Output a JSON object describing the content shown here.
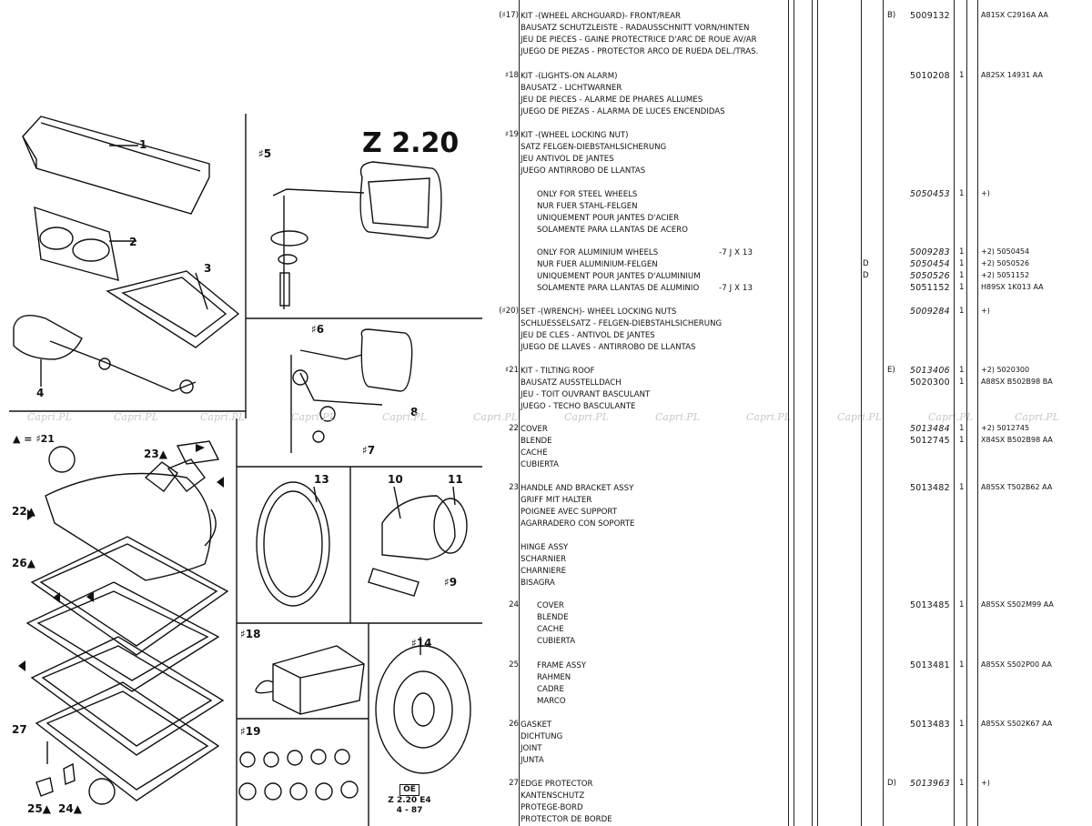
{
  "page": {
    "code": "Z 2.20",
    "watermark": "Capri.PL",
    "stamp": {
      "badge": "OE",
      "code": "Z 2.20 E4",
      "date": "4 - 87"
    },
    "legend_left": "▲ = ♯21"
  },
  "diagram_labels": {
    "p1": "1",
    "p2": "2",
    "p3": "3",
    "p4": "4",
    "p5": "♯5",
    "p6": "♯6",
    "p7": "♯7",
    "p8": "8",
    "p9": "♯9",
    "p10": "10",
    "p11": "11",
    "p13": "13",
    "p14": "♯14",
    "p18": "♯18",
    "p19": "♯19",
    "p22": "22▲",
    "p23": "23▲",
    "p24": "24▲",
    "p25": "25▲",
    "p26": "26▲",
    "p27": "27"
  },
  "parts": [
    {
      "pos": "(♯17)",
      "lines": [
        "KIT -(WHEEL ARCHGUARD)- FRONT/REAR",
        "BAUSATZ SCHUTZLEISTE - RADAUSSCHNITT VORN/HINTEN",
        "JEU DE PIECES - GAINE PROTECTRICE D'ARC DE ROUE AV/AR",
        "JUEGO DE PIEZAS - PROTECTOR ARCO DE RUEDA DEL./TRAS."
      ],
      "rows": [
        {
          "flag": "B)",
          "code": "5009132",
          "qty": "",
          "remark": "A81SX C2916A AA"
        }
      ]
    },
    {
      "pos": "♯18",
      "lines": [
        "KIT -(LIGHTS-ON ALARM)",
        "BAUSATZ - LICHTWARNER",
        "JEU DE PIECES - ALARME DE PHARES ALLUMES",
        "JUEGO DE PIEZAS - ALARMA DE LUCES ENCENDIDAS"
      ],
      "rows": [
        {
          "flag": "",
          "code": "5010208",
          "qty": "1",
          "remark": "A82SX 14931 AA"
        }
      ]
    },
    {
      "pos": "♯19",
      "lines": [
        "KIT -(WHEEL LOCKING NUT)",
        "SATZ FELGEN-DIEBSTAHLSICHERUNG",
        "JEU ANTIVOL DE JANTES",
        "JUEGO ANTIRROBO DE LLANTAS"
      ],
      "rows": []
    },
    {
      "pos": "",
      "indent": true,
      "lines": [
        "ONLY FOR STEEL WHEELS",
        "NUR FUER STAHL-FELGEN",
        "UNIQUEMENT POUR JANTES D'ACIER",
        "SOLAMENTE PARA LLANTAS DE ACERO"
      ],
      "rows": [
        {
          "flag": "",
          "code": "5050453",
          "qty": "1",
          "remark": "+)"
        }
      ]
    },
    {
      "pos": "",
      "indent": true,
      "lines": [
        "ONLY FOR ALUMINIUM WHEELS",
        "NUR FUER ALUMINIUM-FELGEN",
        "UNIQUEMENT POUR JANTES D'ALUMINIUM",
        "SOLAMENTE PARA LLANTAS DE ALUMINIO"
      ],
      "spec": [
        "-7 J X 13",
        "",
        "",
        "-7 J X 13"
      ],
      "rows": [
        {
          "flag": "",
          "dflag": "",
          "code": "5009283",
          "qty": "1",
          "remark": "+2) 5050454"
        },
        {
          "flag": "",
          "dflag": "D",
          "code": "5050454",
          "qty": "1",
          "remark": "+2) 5050526"
        },
        {
          "flag": "",
          "dflag": "D",
          "code": "5050526",
          "qty": "1",
          "remark": "+2) 5051152"
        },
        {
          "flag": "",
          "dflag": "",
          "code": "5051152",
          "qty": "1",
          "remark": "H89SX 1K013 AA"
        }
      ]
    },
    {
      "pos": "(♯20)",
      "lines": [
        "SET -(WRENCH)- WHEEL LOCKING NUTS",
        "SCHLUESSELSATZ - FELGEN-DIEBSTAHLSICHERUNG",
        "JEU DE CLES - ANTIVOL DE JANTES",
        "JUEGO DE LLAVES - ANTIRROBO DE LLANTAS"
      ],
      "rows": [
        {
          "flag": "",
          "code": "5009284",
          "qty": "1",
          "remark": "+)"
        }
      ]
    },
    {
      "pos": "♯21",
      "lines": [
        "KIT - TILTING ROOF",
        "BAUSATZ AUSSTELLDACH",
        "JEU - TOIT OUVRANT BASCULANT",
        "JUEGO - TECHO BASCULANTE"
      ],
      "rows": [
        {
          "flag": "E)",
          "code": "5013406",
          "qty": "1",
          "remark": "+2) 5020300"
        },
        {
          "flag": "",
          "code": "5020300",
          "qty": "1",
          "remark": "A88SX B502B98 BA"
        }
      ]
    },
    {
      "pos": "22",
      "lines": [
        "COVER",
        "BLENDE",
        "CACHE",
        "CUBIERTA"
      ],
      "rows": [
        {
          "flag": "",
          "code": "5013484",
          "qty": "1",
          "remark": "+2) 5012745"
        },
        {
          "flag": "",
          "code": "5012745",
          "qty": "1",
          "remark": "X84SX B502B98 AA"
        }
      ]
    },
    {
      "pos": "23",
      "lines": [
        "HANDLE AND BRACKET ASSY",
        "GRIFF MIT HALTER",
        "POIGNEE AVEC SUPPORT",
        "AGARRADERO CON SOPORTE"
      ],
      "rows": [
        {
          "flag": "",
          "code": "5013482",
          "qty": "1",
          "remark": "A85SX T502B62 AA"
        }
      ]
    },
    {
      "pos": "",
      "lines": [
        "HINGE ASSY",
        "SCHARNIER",
        "CHARNIERE",
        "BISAGRA"
      ],
      "rows": []
    },
    {
      "pos": "24",
      "indent": true,
      "lines": [
        "COVER",
        "BLENDE",
        "CACHE",
        "CUBIERTA"
      ],
      "rows": [
        {
          "flag": "",
          "code": "5013485",
          "qty": "1",
          "remark": "A85SX S502M99 AA"
        }
      ]
    },
    {
      "pos": "25",
      "indent": true,
      "lines": [
        "FRAME ASSY",
        "RAHMEN",
        "CADRE",
        "MARCO"
      ],
      "rows": [
        {
          "flag": "",
          "code": "5013481",
          "qty": "1",
          "remark": "A85SX S502P00 AA"
        }
      ]
    },
    {
      "pos": "26",
      "lines": [
        "GASKET",
        "DICHTUNG",
        "JOINT",
        "JUNTA"
      ],
      "rows": [
        {
          "flag": "",
          "code": "5013483",
          "qty": "1",
          "remark": "A85SX S502K67 AA"
        }
      ]
    },
    {
      "pos": "27",
      "lines": [
        "EDGE PROTECTOR",
        "KANTENSCHUTZ",
        "PROTEGE-BORD",
        "PROTECTOR DE BORDE"
      ],
      "rows": [
        {
          "flag": "D)",
          "code": "5013963",
          "qty": "1",
          "remark": "+)"
        }
      ]
    }
  ]
}
